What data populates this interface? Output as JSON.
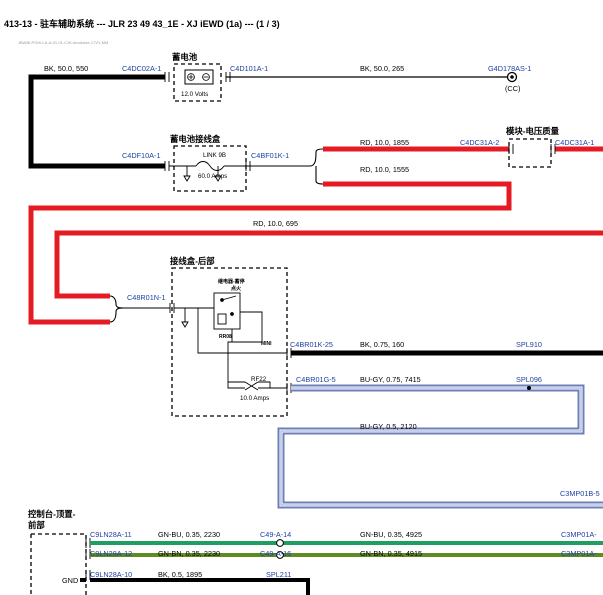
{
  "header": {
    "title": "413-13 - 驻车辅助系统 --- JLR 23 49 43_1E - XJ iEWD (1a) --- (1 / 3)",
    "subtitle": "JBWBI-PGHIJ-A-A-01-01-CJK-blocksize-17VY-MM"
  },
  "components": {
    "battery": {
      "title": "蓄电池",
      "rating": "12.0 Volts"
    },
    "battery_junction_box": {
      "title": "蓄电池接线盒",
      "fuse": "LINK 9B",
      "fuse_rating": "60.0 Amps"
    },
    "voltage_module": {
      "title": "模块-电压质量"
    },
    "rear_junction_box": {
      "title": "接线盒-后部",
      "relay_title_1": "继电器-蓄停",
      "relay_title_2": "点火",
      "relay_id": "RR08",
      "mini": "MINI",
      "fuse": "RF22",
      "fuse_rating": "10.0 Amps"
    },
    "console": {
      "title_1": "控制台-顶置-",
      "title_2": "前部"
    }
  },
  "connectors": {
    "c4dc02a_1": "C4DC02A-1",
    "c4d101a_1": "C4D101A-1",
    "g4d178as_1": "G4D178AS-1",
    "cc": "(CC)",
    "c4df10a_1": "C4DF10A-1",
    "c4bf01k_1": "C4BF01K-1",
    "c4dc31a_2": "C4DC31A-2",
    "c4dc31a_1": "C4DC31A-1",
    "c48r01n_1": "C48R01N-1",
    "c4br01k_25": "C4BR01K-25",
    "spl910": "SPL910",
    "c4br01g_5": "C4BR01G-5",
    "spl096": "SPL096",
    "c3mp01b_5": "C3MP01B-5",
    "c9ln28a_11": "C9LN28A-11",
    "c49_a_14": "C49-A-14",
    "c3mp01a_1": "C3MP01A-",
    "c9ln28a_12": "C9LN28A-12",
    "c49_a_16": "C49-A-16",
    "c3mp01a_2": "C3MP01A-",
    "c9ln28a_10": "C9LN28A-10",
    "spl211": "SPL211",
    "gnd": "GND"
  },
  "wires": {
    "w1": "BK, 50.0, 550",
    "w2": "BK, 50.0, 265",
    "w3": "RD, 10.0, 1855",
    "w4": "RD, 10.0, 1555",
    "w5": "RD, 10.0, 695",
    "w6": "BK, 0.75, 160",
    "w7": "BU-GY, 0.75, 7415",
    "w8": "BU-GY, 0.5, 2120",
    "w9": "GN-BU, 0.35, 2230",
    "w10": "GN-BU, 0.35, 4925",
    "w11": "GN-BN, 0.35, 2230",
    "w12": "GN-BN, 0.35, 4915",
    "w13": "BK, 0.5, 1895"
  },
  "colors": {
    "black_wire": "#000000",
    "red_wire": "#e41b23",
    "blue_gray_wire": "#6c7fb8",
    "green_wire": "#1f9d63",
    "green_brown_wire": "#5f8a24",
    "connector_text": "#1f3fa3"
  }
}
